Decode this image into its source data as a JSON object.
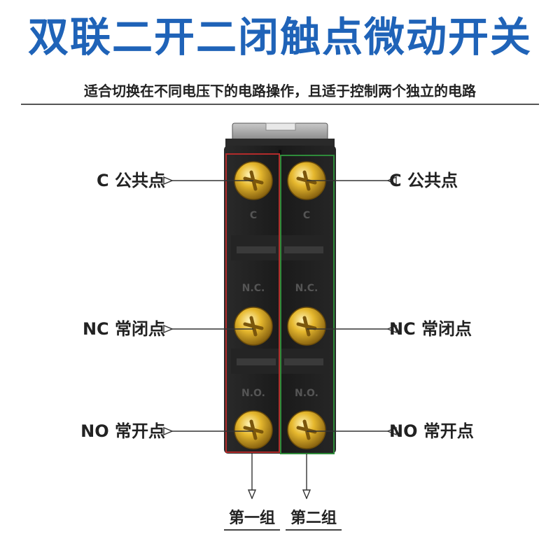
{
  "header": {
    "title": "双联二开二闭触点微动开关",
    "subtitle": "适合切换在不同电压下的电路操作，且适于控制两个独立的电路"
  },
  "colors": {
    "title": "#1f63b8",
    "switch_body": "#1c1c1c",
    "group1_outline": "#b22b2b",
    "group2_outline": "#2e8b3a",
    "screw": "#d4a422"
  },
  "switch": {
    "terminal_marks": [
      "C",
      "C",
      "N.C.",
      "N.C.",
      "N.O.",
      "N.O."
    ]
  },
  "labels": {
    "left": [
      "C 公共点",
      "NC 常闭点",
      "NO 常开点"
    ],
    "right": [
      "C 公共点",
      "NC 常闭点",
      "NO 常开点"
    ]
  },
  "groups": [
    "第一组",
    "第二组"
  ]
}
